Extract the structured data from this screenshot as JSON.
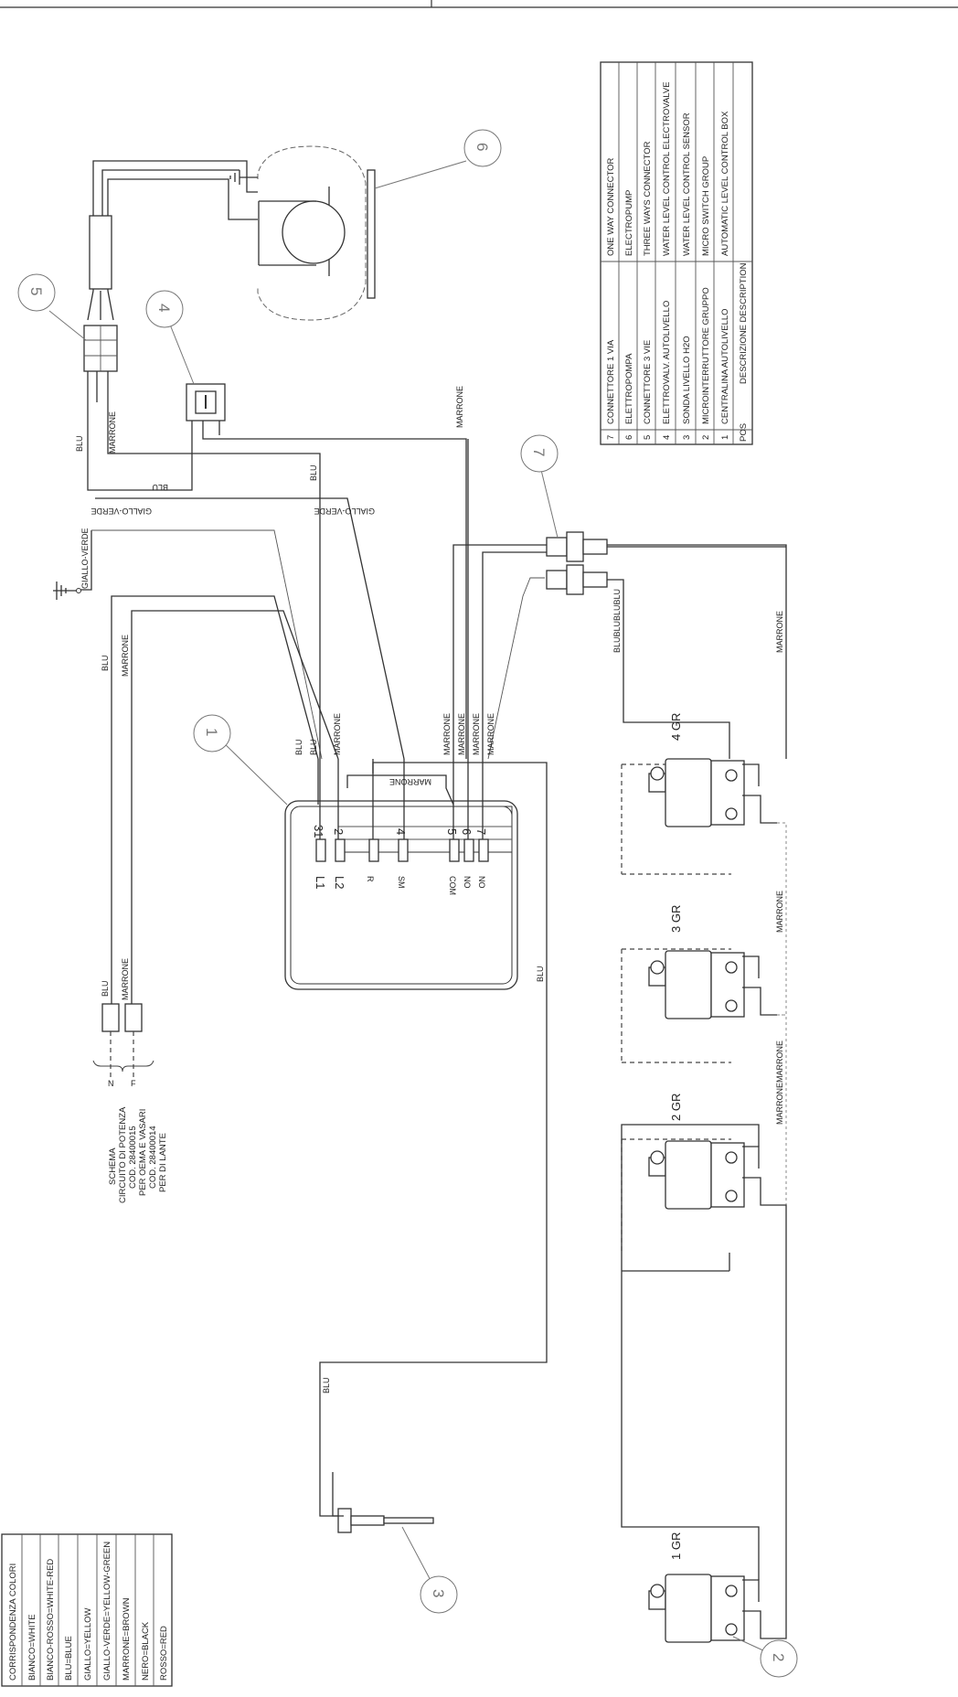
{
  "title_block": {
    "left": "",
    "right": ""
  },
  "wire_labels": {
    "blu": "BLU",
    "marrone": "MARRONE",
    "giallo_verde": "GIALLO-VERDE",
    "giallo_verde_upper": "GIALLO-VERDE",
    "blu_blu_blu": "BLUBLUBLUBLU",
    "marrone_marrone": "MARRONEMARRONE",
    "marrone_box": "MARRONE"
  },
  "terminals": {
    "t31": "31",
    "t2": "2",
    "t4": "4",
    "t5": "5",
    "t6": "6",
    "t7": "7",
    "L1": "L1",
    "L2": "L2",
    "R": "R",
    "SM": "SM",
    "COM": "COM",
    "NO1": "NO",
    "NO2": "NO"
  },
  "plug": {
    "n": "N",
    "f": "F"
  },
  "schema_text": {
    "line1": "SCHEMA",
    "line2": "CIRCUITO DI POTENZA",
    "line3": "COD. 28400015",
    "line4": "PER OEMA E VASARI",
    "line5": "COD. 28400014",
    "line6": "PER DI LANTE"
  },
  "groups": [
    "1 GR",
    "2 GR",
    "3 GR",
    "4 GR"
  ],
  "balloons": [
    "1",
    "2",
    "3",
    "4",
    "5",
    "6",
    "7"
  ],
  "parts_table": {
    "header": {
      "pos": "POS",
      "descr": "DESCRIZIONE DESCRIPTION"
    },
    "rows": [
      {
        "pos": "7",
        "it": "CONNETTORE 1 VIA",
        "en": "ONE WAY CONNECTOR"
      },
      {
        "pos": "6",
        "it": "ELETTROPOMPA",
        "en": "ELECTROPUMP"
      },
      {
        "pos": "5",
        "it": "CONNETTORE 3 VIE",
        "en": "THREE WAYS CONNECTOR"
      },
      {
        "pos": "4",
        "it": "ELETTROVALV. AUTOLIVELLO",
        "en": "WATER LEVEL CONTROL ELECTROVALVE"
      },
      {
        "pos": "3",
        "it": "SONDA LIVELLO H2O",
        "en": "WATER LEVEL CONTROL SENSOR"
      },
      {
        "pos": "2",
        "it": "MICROINTERRUTTORE GRUPPO",
        "en": "MICRO SWITCH GROUP"
      },
      {
        "pos": "1",
        "it": "CENTRALINA AUTOLIVELLO",
        "en": "AUTOMATIC LEVEL CONTROL BOX"
      }
    ]
  },
  "color_table": {
    "header": "CORRISPONDENZA COLORI",
    "rows": [
      "BIANCO=WHITE",
      "BIANCO-ROSSO=WHITE-RED",
      "BLU=BLUE",
      "GIALLO=YELLOW",
      "GIALLO-VERDE=YELLOW-GREEN",
      "MARRONE=BROWN",
      "NERO=BLACK",
      "ROSSO=RED"
    ]
  }
}
